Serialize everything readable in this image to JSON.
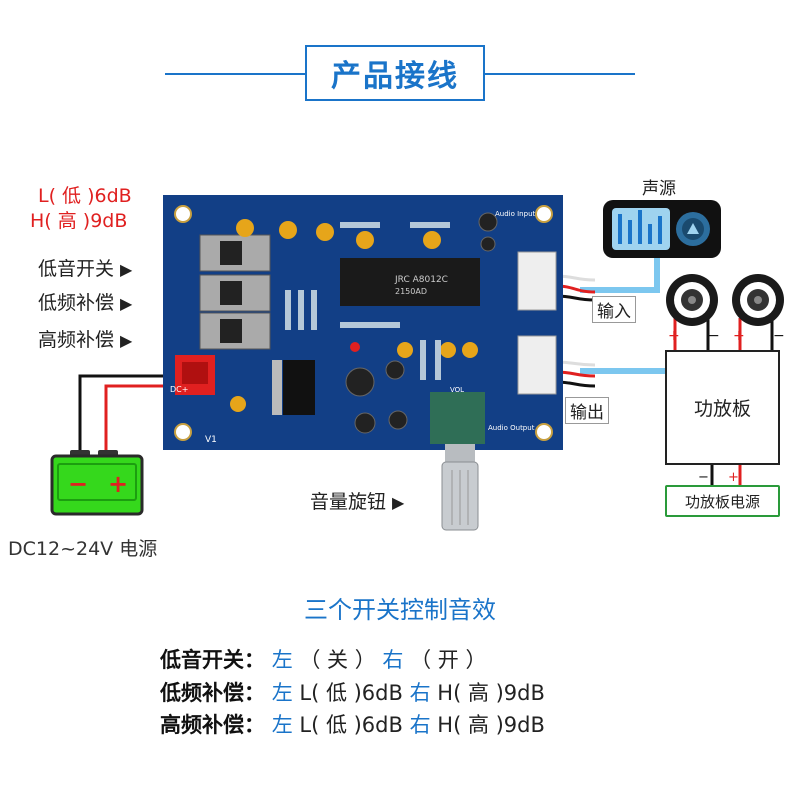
{
  "header": {
    "title": "产品接线"
  },
  "left_notes": {
    "low": "L( 低 )6dB",
    "high": "H( 高 )9dB"
  },
  "switch_labels": [
    "低音开关",
    "低频补偿",
    "高频补偿"
  ],
  "power": {
    "label": "DC12~24V 电源",
    "minus": "−",
    "plus": "+"
  },
  "knob_label": "音量旋钮",
  "source": {
    "label": "声源"
  },
  "io": {
    "input": "输入",
    "output": "输出"
  },
  "amp": {
    "label": "功放板",
    "power_label": "功放板电源"
  },
  "board": {
    "chip_text": "JRC A8012C",
    "chip_sub": "2150AD",
    "audio_input": "Audio Input",
    "audio_output": "Audio Output",
    "vol": "VOL",
    "v1": "V1",
    "dc": "DC+"
  },
  "bottom": {
    "title": "三个开关控制音效",
    "rows": [
      {
        "key": "低音开关：",
        "left": "左",
        "left_val": "（ 关 ）",
        "right": "右",
        "right_val": "（ 开 ）"
      },
      {
        "key": "低频补偿：",
        "left": "左",
        "left_val": " L( 低 )6dB ",
        "right": "右",
        "right_val": " H( 高 )9dB"
      },
      {
        "key": "高频补偿：",
        "left": "左",
        "left_val": " L( 低 )6dB ",
        "right": "右",
        "right_val": " H( 高 )9dB"
      }
    ]
  },
  "colors": {
    "accent": "#1a74c9",
    "pcb": "#123f86",
    "red": "#e02020",
    "battery": "#35d81c"
  }
}
